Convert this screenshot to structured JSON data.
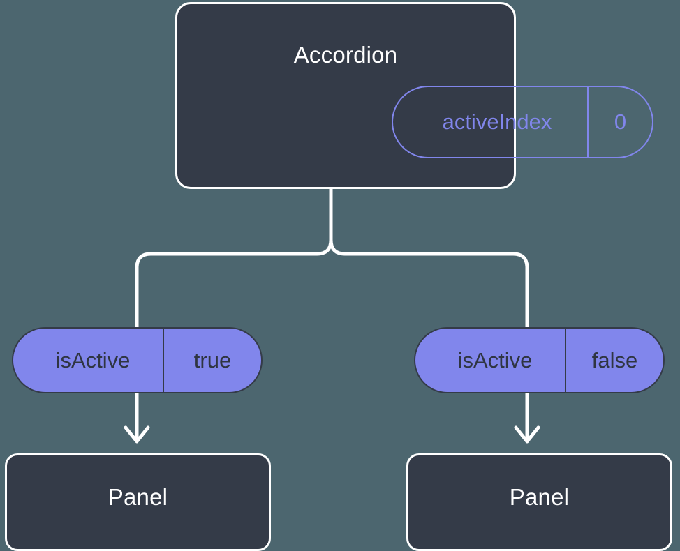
{
  "diagram": {
    "type": "component-state-tree",
    "title": "Accordion",
    "background_color": "#4c666f",
    "node_fill_color": "#343b48",
    "node_border_color": "#ffffff",
    "accent_color": "#8186ec",
    "connector_color": "#ffffff"
  },
  "root": {
    "label": "Accordion",
    "state_pill": {
      "key": "activeIndex",
      "value": "0"
    }
  },
  "branches": [
    {
      "side": "left",
      "prop_pill": {
        "key": "isActive",
        "value": "true"
      },
      "child": {
        "label": "Panel"
      }
    },
    {
      "side": "right",
      "prop_pill": {
        "key": "isActive",
        "value": "false"
      },
      "child": {
        "label": "Panel"
      }
    }
  ],
  "icons": {
    "arrow_down": "arrow-down-icon"
  }
}
